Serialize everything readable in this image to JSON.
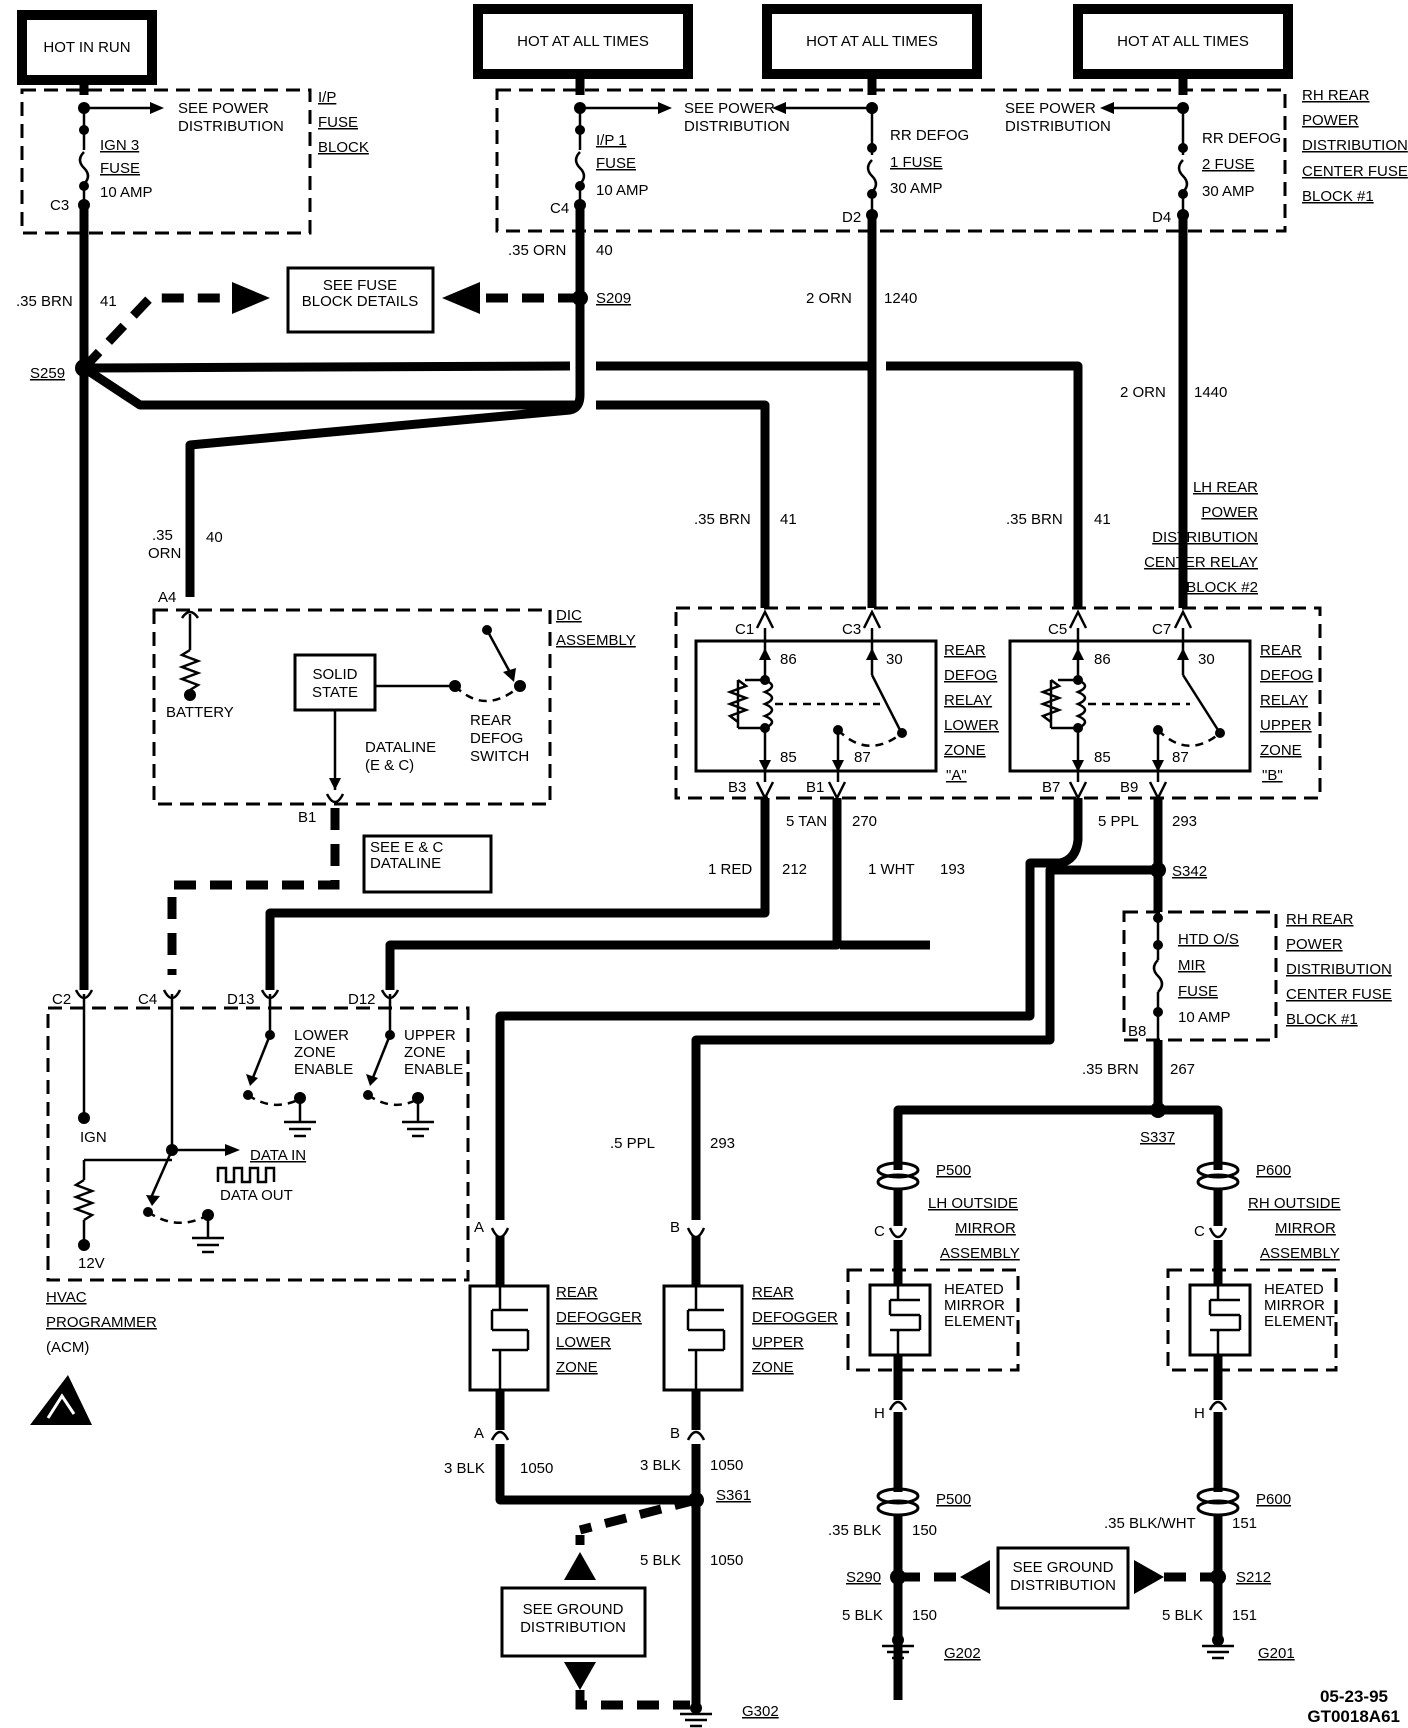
{
  "headers": {
    "hot_in_run": "HOT IN RUN",
    "hot_at_all_times": "HOT AT ALL TIMES"
  },
  "ip_fuse_block": {
    "label": [
      "I/P",
      "FUSE",
      "BLOCK"
    ],
    "see_power": [
      "SEE POWER",
      "DISTRIBUTION"
    ],
    "fuse": [
      "IGN 3",
      "FUSE",
      "10 AMP"
    ],
    "connector": "C3"
  },
  "rh_rear_pdc_fuse_block": {
    "label": [
      "RH REAR",
      "POWER",
      "DISTRIBUTION",
      "CENTER FUSE",
      "BLOCK #1"
    ],
    "see_power_1": [
      "SEE POWER",
      "DISTRIBUTION"
    ],
    "see_power_2": [
      "SEE POWER",
      "DISTRIBUTION"
    ],
    "fuse_ip1": [
      "I/P 1",
      "FUSE",
      "10 AMP"
    ],
    "fuse_rr1": [
      "RR DEFOG",
      "1 FUSE",
      "30 AMP"
    ],
    "fuse_rr2": [
      "RR DEFOG",
      "2 FUSE",
      "30 AMP"
    ],
    "conn_c4": "C4",
    "conn_d2": "D2",
    "conn_d4": "D4"
  },
  "wires": {
    "brn41_a": [
      ".35 BRN",
      "41"
    ],
    "orn40_a": [
      ".35 ORN",
      "40"
    ],
    "orn1240": [
      "2 ORN",
      "1240"
    ],
    "orn1440": [
      "2 ORN",
      "1440"
    ],
    "orn40_b": [
      ".35",
      "ORN",
      "40"
    ],
    "brn41_b": [
      ".35 BRN",
      "41"
    ],
    "brn41_c": [
      ".35 BRN",
      "41"
    ],
    "tan270": [
      "5 TAN",
      "270"
    ],
    "ppl293_a": [
      "5 PPL",
      "293"
    ],
    "red212": [
      "1 RED",
      "212"
    ],
    "wht193": [
      "1 WHT",
      "193"
    ],
    "brn267": [
      ".35 BRN",
      "267"
    ],
    "ppl293_b": [
      ".5 PPL",
      "293"
    ],
    "blk1050_a": [
      "3 BLK",
      "1050"
    ],
    "blk1050_b": [
      "3 BLK",
      "1050"
    ],
    "blk1050_c": [
      "5 BLK",
      "1050"
    ],
    "blk150_a": [
      ".35 BLK",
      "150"
    ],
    "blk150_b": [
      "5 BLK",
      "150"
    ],
    "blkwht151": [
      ".35 BLK/WHT",
      "151"
    ],
    "blk151": [
      "5 BLK",
      "151"
    ]
  },
  "splices": {
    "s209": "S209",
    "s259": "S259",
    "s342": "S342",
    "s337": "S337",
    "s361": "S361",
    "s290": "S290",
    "s212": "S212"
  },
  "see_fuse_block": [
    "SEE FUSE",
    "BLOCK DETAILS"
  ],
  "see_ec_dataline": [
    "SEE E & C",
    "DATALINE"
  ],
  "lh_rear_pdc_relay_block": {
    "label": [
      "LH REAR",
      "POWER",
      "DISTRIBUTION",
      "CENTER RELAY",
      "BLOCK #2"
    ],
    "connectors": [
      "C1",
      "C3",
      "C5",
      "C7",
      "B3",
      "B1",
      "B7",
      "B9"
    ],
    "pins": [
      "86",
      "30",
      "85",
      "87"
    ],
    "relay_lower": [
      "REAR",
      "DEFOG",
      "RELAY",
      "LOWER",
      "ZONE",
      "\"A\""
    ],
    "relay_upper": [
      "REAR",
      "DEFOG",
      "RELAY",
      "UPPER",
      "ZONE",
      "\"B\""
    ]
  },
  "dic": {
    "label": [
      "DIC",
      "ASSEMBLY"
    ],
    "conn_a4": "A4",
    "conn_b1": "B1",
    "battery": "BATTERY",
    "solid_state": [
      "SOLID",
      "STATE"
    ],
    "dataline": [
      "DATALINE",
      "(E & C)"
    ],
    "switch": [
      "REAR",
      "DEFOG",
      "SWITCH"
    ]
  },
  "hvac": {
    "label": [
      "HVAC",
      "PROGRAMMER",
      "(ACM)"
    ],
    "conns": [
      "C2",
      "C4",
      "D13",
      "D12"
    ],
    "ign": "IGN",
    "v12": "12V",
    "data_in": "DATA IN",
    "data_out": "DATA OUT",
    "lower_enable": [
      "LOWER",
      "ZONE",
      "ENABLE"
    ],
    "upper_enable": [
      "UPPER",
      "ZONE",
      "ENABLE"
    ]
  },
  "mir_fuse": {
    "label": [
      "RH REAR",
      "POWER",
      "DISTRIBUTION",
      "CENTER FUSE",
      "BLOCK #1"
    ],
    "fuse": [
      "HTD O/S",
      "MIR",
      "FUSE",
      "10 AMP"
    ],
    "conn": "B8"
  },
  "mirrors": {
    "p500": "P500",
    "p600": "P600",
    "lh": [
      "LH OUTSIDE",
      "MIRROR",
      "ASSEMBLY"
    ],
    "rh": [
      "RH OUTSIDE",
      "MIRROR",
      "ASSEMBLY"
    ],
    "element": [
      "HEATED",
      "MIRROR",
      "ELEMENT"
    ],
    "c": "C",
    "h": "H"
  },
  "defoggers": {
    "lower": [
      "REAR",
      "DEFOGGER",
      "LOWER",
      "ZONE"
    ],
    "upper": [
      "REAR",
      "DEFOGGER",
      "UPPER",
      "ZONE"
    ],
    "a": "A",
    "b": "B"
  },
  "ground": {
    "see_ground": [
      "SEE GROUND",
      "DISTRIBUTION"
    ],
    "g302": "G302",
    "g202": "G202",
    "g201": "G201"
  },
  "footer": [
    "05-23-95",
    "GT0018A61"
  ]
}
